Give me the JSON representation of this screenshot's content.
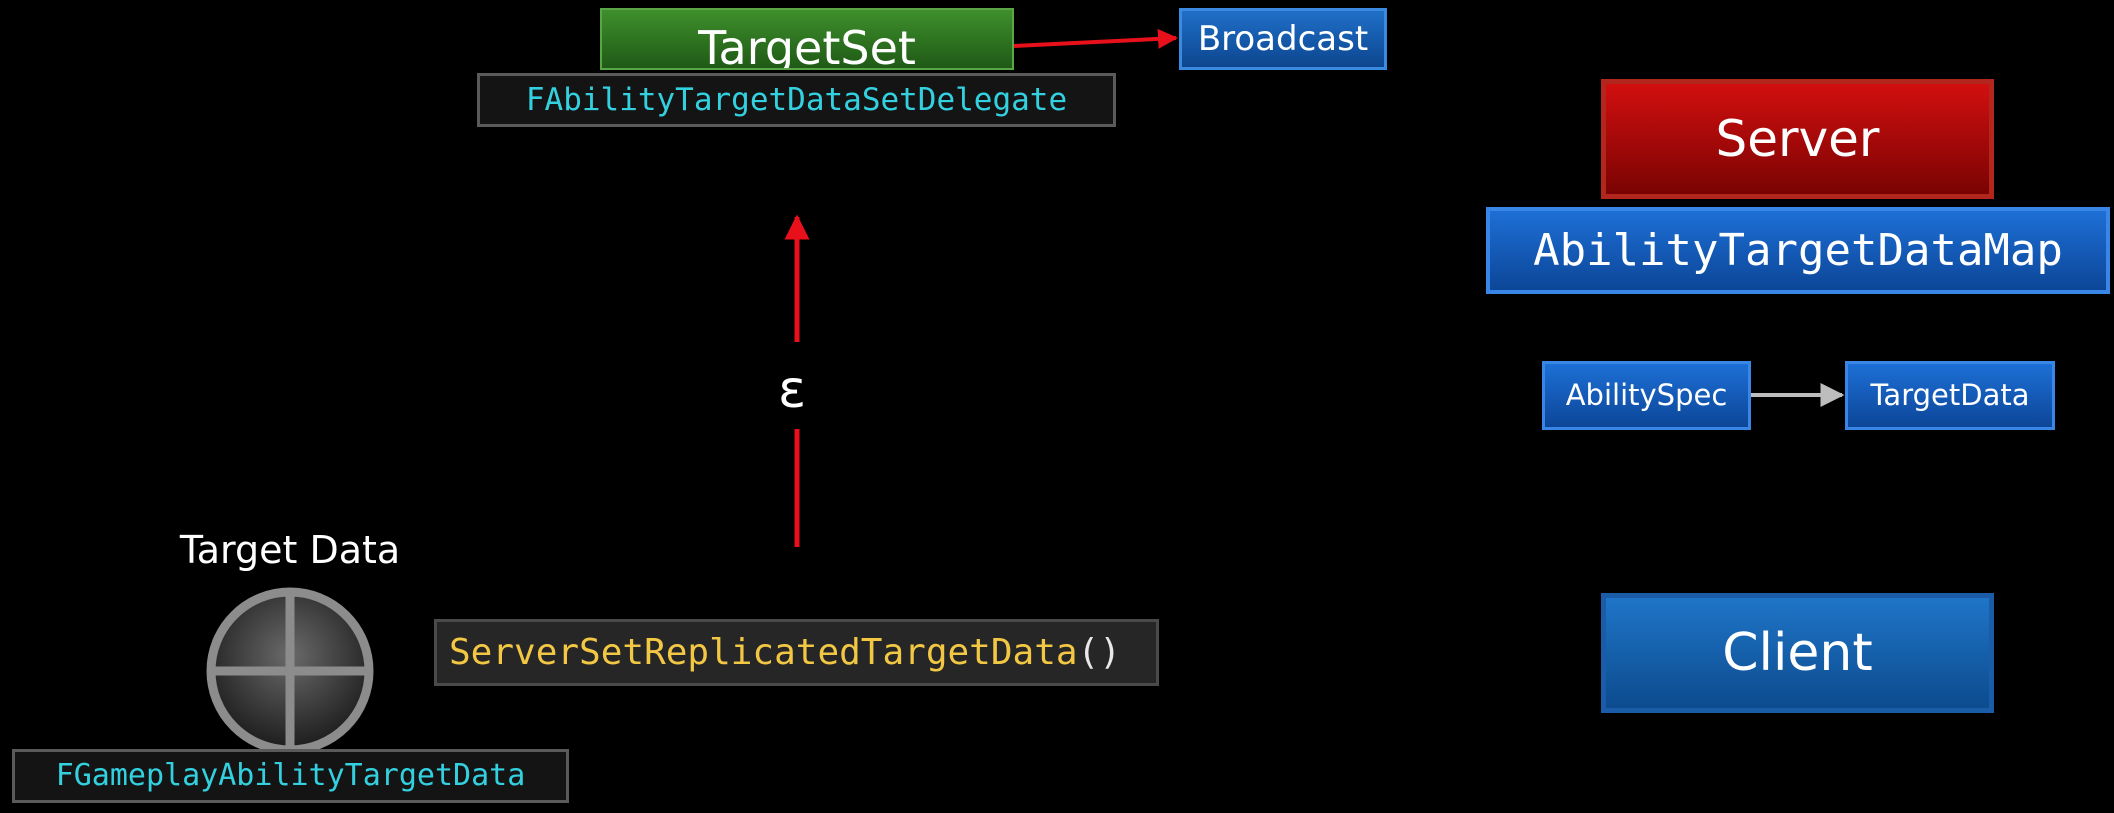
{
  "top": {
    "target_set": "TargetSet",
    "delegate": "FAbilityTargetDataSetDelegate",
    "broadcast": "Broadcast"
  },
  "center": {
    "epsilon": "ε",
    "rpc_name": "ServerSetReplicatedTargetData",
    "rpc_parens": "()"
  },
  "target": {
    "label": "Target Data",
    "struct": "FGameplayAbilityTargetData"
  },
  "right": {
    "server": "Server",
    "map": "AbilityTargetDataMap",
    "ability_spec": "AbilitySpec",
    "target_data": "TargetData",
    "client": "Client"
  },
  "colors": {
    "arrow_red": "#e8101a",
    "arrow_grey": "#bdbdbd",
    "code_cyan": "#33d1e0",
    "code_yellow": "#f2c744"
  }
}
